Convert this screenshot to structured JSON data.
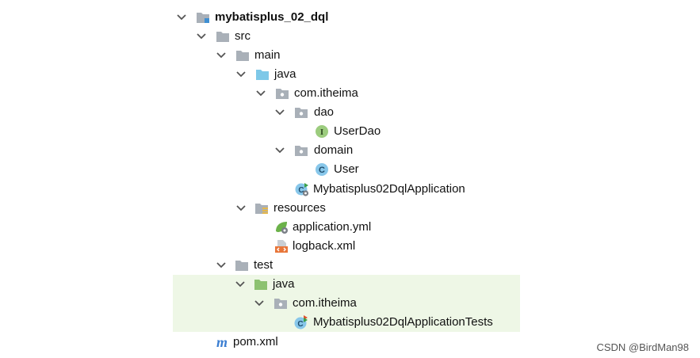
{
  "tree": {
    "project": "mybatisplus_02_dql",
    "src": "src",
    "main": "main",
    "java_main": "java",
    "package_main": "com.itheima",
    "dao": "dao",
    "user_dao": "UserDao",
    "domain": "domain",
    "user": "User",
    "app_class": "Mybatisplus02DqlApplication",
    "resources": "resources",
    "app_yml": "application.yml",
    "logback": "logback.xml",
    "test": "test",
    "java_test": "java",
    "package_test": "com.itheima",
    "test_class": "Mybatisplus02DqlApplicationTests",
    "pom": "pom.xml"
  },
  "icon_glyphs": {
    "interface": "I",
    "class": "C",
    "maven": "m"
  },
  "colors": {
    "folder_gray": "#a9b0b8",
    "folder_blue": "#7ec8e8",
    "folder_green": "#8cc270",
    "interface_green": "#9ccc7e",
    "class_blue": "#88c7ea",
    "xml_orange": "#e8763a",
    "spring_green": "#6cb24a",
    "test_highlight": "#eef7e6",
    "maven_blue": "#3b7ed1"
  },
  "watermark": "CSDN @BirdMan98"
}
